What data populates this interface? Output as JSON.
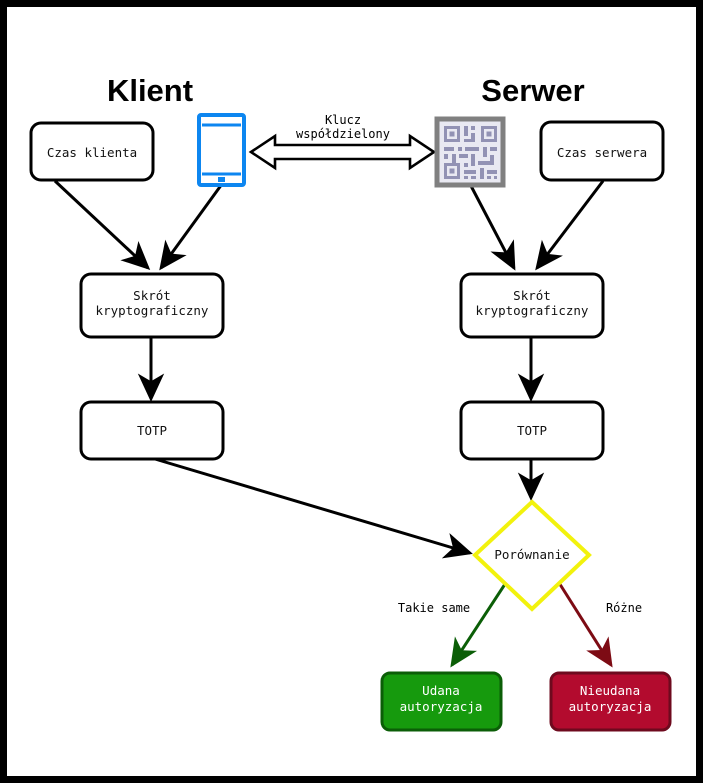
{
  "diagram": {
    "title_client": "Klient",
    "title_server": "Serwer",
    "nodes": {
      "client_time": "Czas klienta",
      "server_time": "Czas serwera",
      "client_hash_line1": "Skrót",
      "client_hash_line2": "kryptograficzny",
      "server_hash_line1": "Skrót",
      "server_hash_line2": "kryptograficzny",
      "client_totp": "TOTP",
      "server_totp": "TOTP",
      "comparison": "Porównanie",
      "success_line1": "Udana",
      "success_line2": "autoryzacja",
      "failure_line1": "Nieudana",
      "failure_line2": "autoryzacja"
    },
    "edge_labels": {
      "shared_key_line1": "Klucz",
      "shared_key_line2": "współdzielony",
      "same": "Takie same",
      "different": "Różne"
    },
    "icons": {
      "phone": "smartphone-icon",
      "qr": "qr-code-icon"
    },
    "colors": {
      "frame": "#000000",
      "phone_blue": "#0d86f0",
      "qr_border": "#808080",
      "qr_module": "#9292b4",
      "qr_background": "#e9e9f2",
      "diamond_yellow": "#f2f20d",
      "success_fill": "#169a0d",
      "success_stroke": "#0b5e07",
      "failure_fill": "#b30b2e",
      "failure_stroke": "#6e0a1e",
      "edge_success": "#0b5e07",
      "edge_failure": "#7d0b14",
      "edge_default": "#000000"
    }
  }
}
